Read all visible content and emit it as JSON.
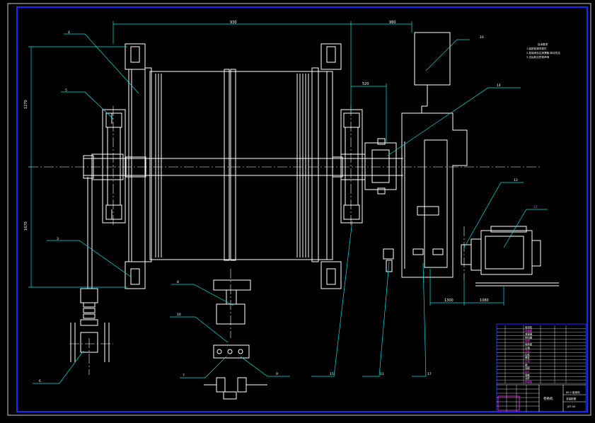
{
  "colors": {
    "background": "#000000",
    "frame_blue": "#1a2aff",
    "outline_white": "#ffffff",
    "leader_cyan": "#00e5e5",
    "accent_magenta": "#ff33ff",
    "accent_yellow": "#e5e500"
  },
  "drawing": {
    "dimensions": {
      "overall_top": "930",
      "top_right": "980",
      "height_upper": "1270",
      "height_lower": "1670",
      "coupling_gap": "520",
      "motor_left": "1300",
      "motor_right": "1080"
    },
    "callouts": {
      "c1": "4",
      "c2": "5",
      "c3": "3",
      "c4": "6",
      "c5": "8",
      "c6": "10",
      "c7": "7",
      "c8": "9",
      "c9": "16",
      "c10": "14",
      "c11": "13",
      "c12": "12",
      "c13": "15",
      "c14": "11",
      "c15": "17"
    },
    "notes": [
      "技术要求",
      "1.装配前清洗零件",
      "2.各轴承加注润滑脂,转动灵活",
      "3.试运转无异常声响"
    ]
  },
  "title_block": {
    "drawing_name": "卷扬机",
    "drawing_title": "JM-5 卷扬机",
    "drawing_subtitle": "总装配图",
    "drawing_number": "JZT-00",
    "parts": [
      "电动机",
      "联轴器",
      "减速器",
      "制动器",
      "卷筒",
      "轴承座",
      "主轴",
      "底座",
      "压板",
      "螺栓",
      "支架",
      "键",
      "挡圈",
      "垫片",
      "端盖",
      "油杯",
      "联接板"
    ]
  }
}
